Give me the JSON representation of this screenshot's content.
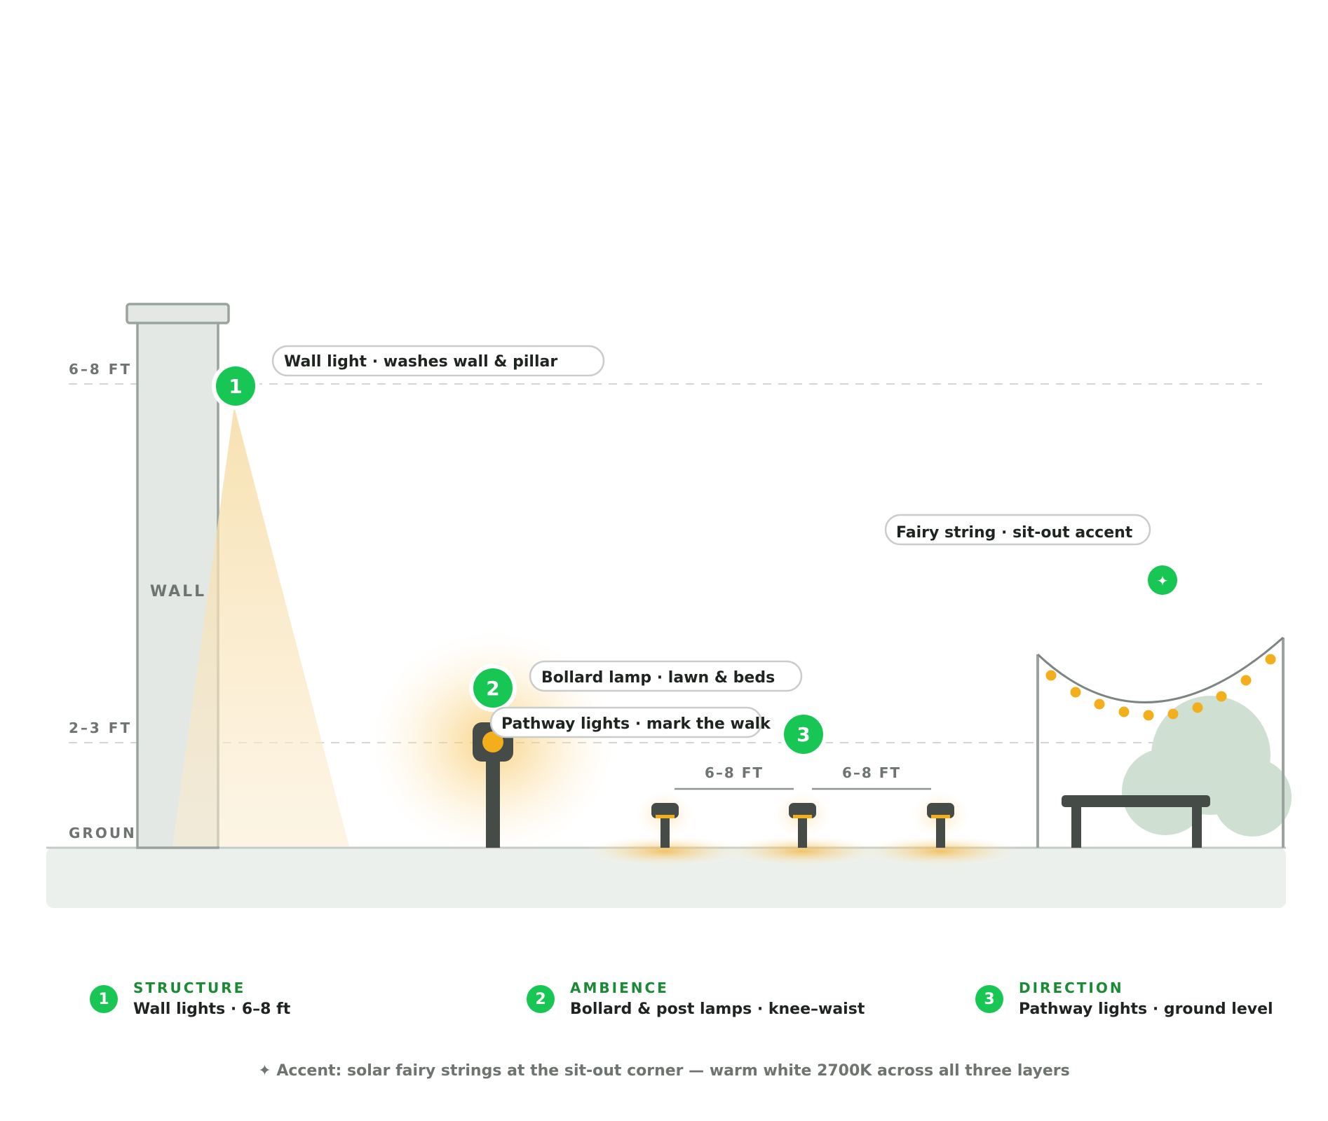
{
  "levels": {
    "top": "6–8 FT",
    "mid": "2–3 FT",
    "ground": "GROUND"
  },
  "wall_label": "WALL",
  "callouts": {
    "wall_light": {
      "number": "1",
      "label": "Wall light · washes wall & pillar"
    },
    "bollard": {
      "number": "2",
      "label": "Bollard lamp · lawn & beds"
    },
    "pathway": {
      "number": "3",
      "label": "Pathway lights · mark the walk"
    },
    "fairy": {
      "symbol": "✦",
      "label": "Fairy string · sit-out accent"
    }
  },
  "spacing": [
    "6–8 FT",
    "6–8 FT"
  ],
  "legend": [
    {
      "number": "1",
      "title": "STRUCTURE",
      "desc": "Wall lights · 6–8 ft"
    },
    {
      "number": "2",
      "title": "AMBIENCE",
      "desc": "Bollard & post lamps · knee–waist"
    },
    {
      "number": "3",
      "title": "DIRECTION",
      "desc": "Pathway lights · ground level"
    }
  ],
  "footnote": "✦ Accent: solar fairy strings at the sit-out corner — warm white 2700K across all three layers",
  "colors": {
    "accent_green": "#17c653",
    "legend_title_green": "#1a8a35",
    "warm_light": "#f2ae1b",
    "fixture_dark": "#454c48",
    "wall_fill": "#e4e8e5",
    "ground_fill": "#ecf0ed",
    "foliage": "#cfdfd2"
  }
}
